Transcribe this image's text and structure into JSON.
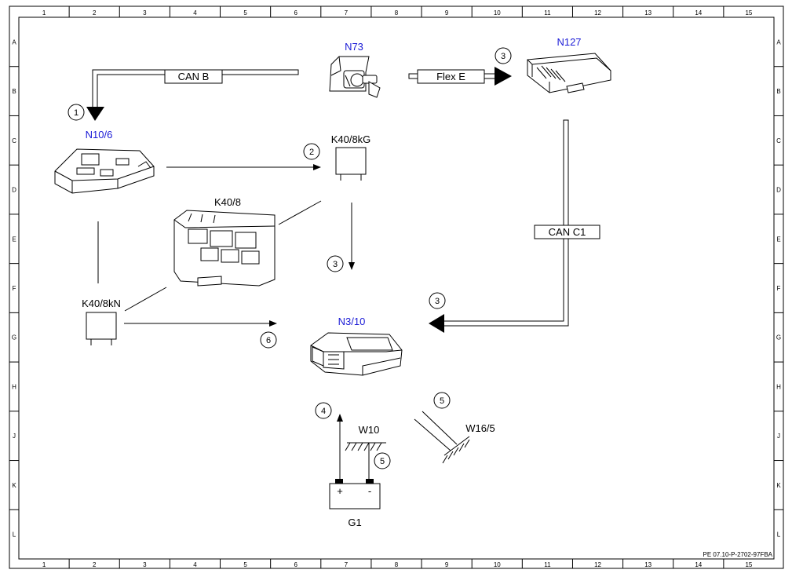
{
  "grid": {
    "columns": [
      "1",
      "2",
      "3",
      "4",
      "5",
      "6",
      "7",
      "8",
      "9",
      "10",
      "11",
      "12",
      "13",
      "14",
      "15"
    ],
    "rows": [
      "A",
      "B",
      "C",
      "D",
      "E",
      "F",
      "G",
      "H",
      "J",
      "K",
      "L"
    ]
  },
  "components": {
    "n73": "N73",
    "n127": "N127",
    "n10_6": "N10/6",
    "k40_8kg": "K40/8kG",
    "k40_8": "K40/8",
    "k40_8kn": "K40/8kN",
    "n3_10": "N3/10",
    "w10": "W10",
    "w16_5": "W16/5",
    "g1": "G1",
    "g1_plus": "+",
    "g1_minus": "-"
  },
  "bus_labels": {
    "can_b": "CAN B",
    "flex_e": "Flex E",
    "can_c1": "CAN C1"
  },
  "callouts": {
    "c_n10_6": "1",
    "c_flex": "3",
    "c_k40kg": "2",
    "c_k40_down": "3",
    "c_can_c1": "3",
    "c_k40kn": "6",
    "c_battery": "4",
    "c_w10": "5",
    "c_w16": "5"
  },
  "reference": "PE 07.10-P-2702-97FBA",
  "colors": {
    "component_code": "#1a1ad6",
    "line": "#000000"
  }
}
